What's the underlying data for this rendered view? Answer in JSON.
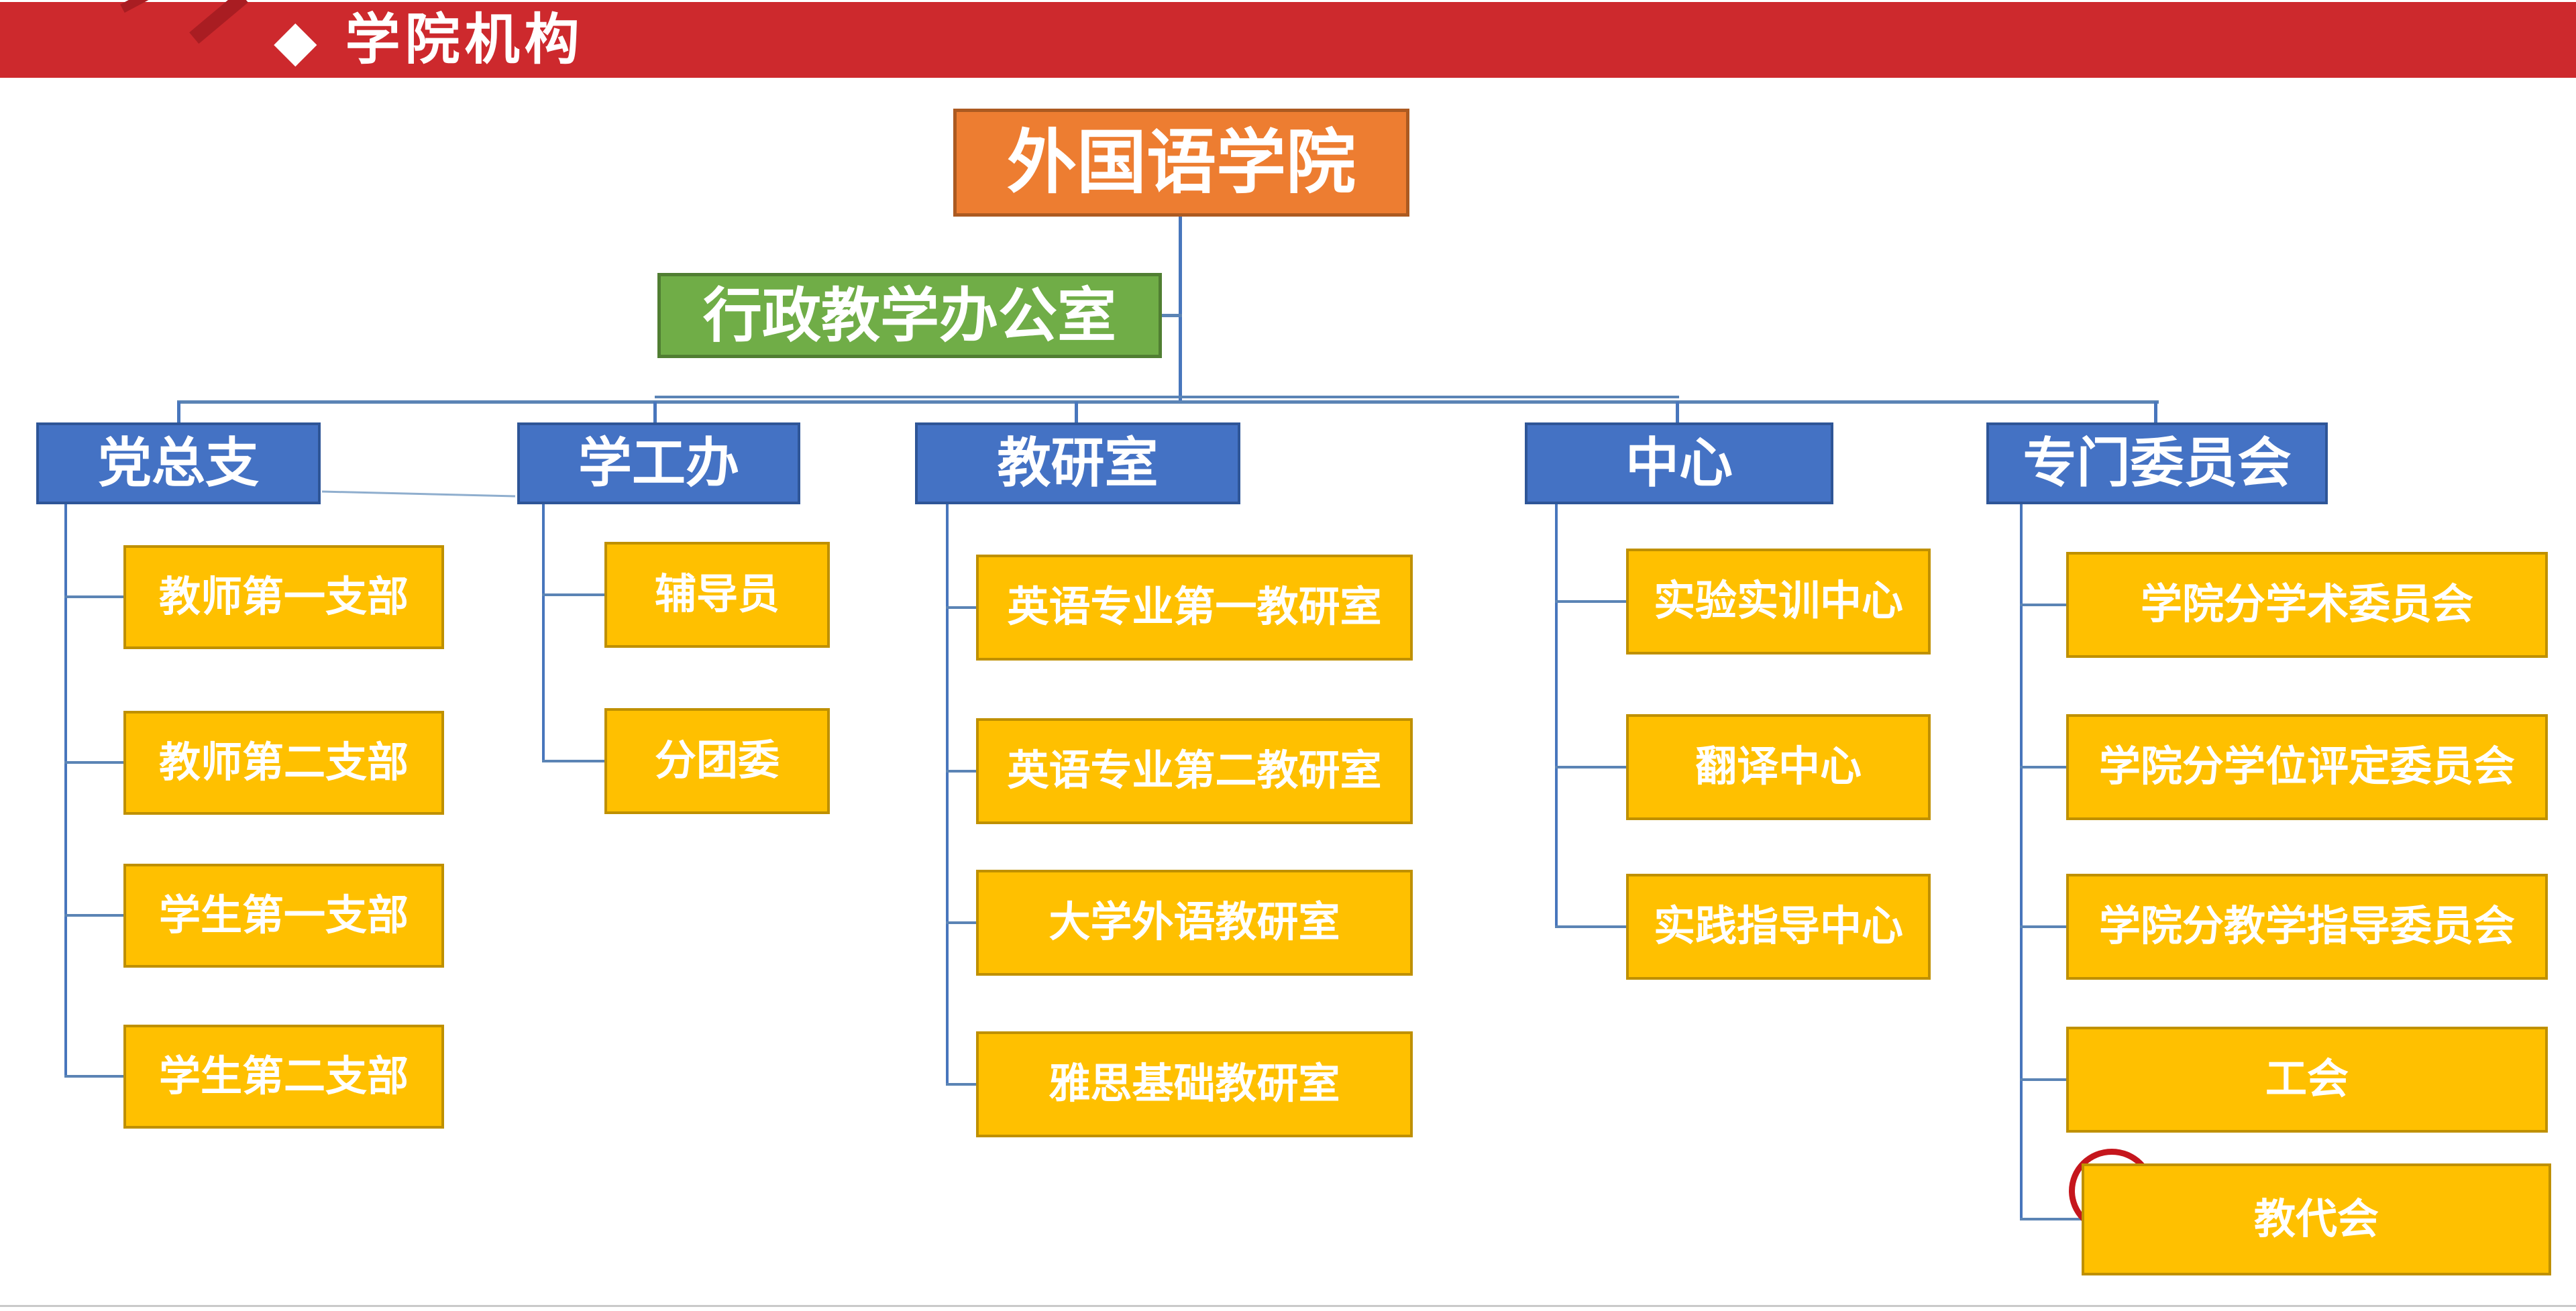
{
  "header": {
    "bullet": "◆",
    "title": "学院机构",
    "bar_color": "#cd292d",
    "ribbon_color": "#a91d22"
  },
  "org_chart": {
    "root": {
      "label": "外国语学院"
    },
    "admin_office": {
      "label": "行政教学办公室"
    },
    "branches": [
      {
        "label": "党总支",
        "children": [
          {
            "label": "教师第一支部"
          },
          {
            "label": "教师第二支部"
          },
          {
            "label": "学生第一支部"
          },
          {
            "label": "学生第二支部"
          }
        ]
      },
      {
        "label": "学工办",
        "children": [
          {
            "label": "辅导员"
          },
          {
            "label": "分团委"
          }
        ]
      },
      {
        "label": "教研室",
        "children": [
          {
            "label": "英语专业第一教研室"
          },
          {
            "label": "英语专业第二教研室"
          },
          {
            "label": "大学外语教研室"
          },
          {
            "label": "雅思基础教研室"
          }
        ]
      },
      {
        "label": "中心",
        "children": [
          {
            "label": "实验实训中心"
          },
          {
            "label": "翻译中心"
          },
          {
            "label": "实践指导中心"
          }
        ]
      },
      {
        "label": "专门委员会",
        "children": [
          {
            "label": "学院分学术委员会"
          },
          {
            "label": "学院分学位评定委员会"
          },
          {
            "label": "学院分教学指导委员会"
          },
          {
            "label": "工会"
          },
          {
            "label": "教代会"
          }
        ]
      }
    ],
    "annotation": {
      "shape": "circle",
      "target": "教代会",
      "color": "#c5161d"
    }
  },
  "colors": {
    "root_fill": "#ed7d31",
    "root_border": "#ac5a21",
    "office_fill": "#70ad47",
    "office_border": "#507e32",
    "level2_fill": "#4472c4",
    "level2_border": "#2e5597",
    "leaf_fill": "#ffc000",
    "leaf_border": "#bf9000",
    "connector": "#5b84b5",
    "connector_bright": "#4876bc",
    "text": "#ffffff"
  }
}
